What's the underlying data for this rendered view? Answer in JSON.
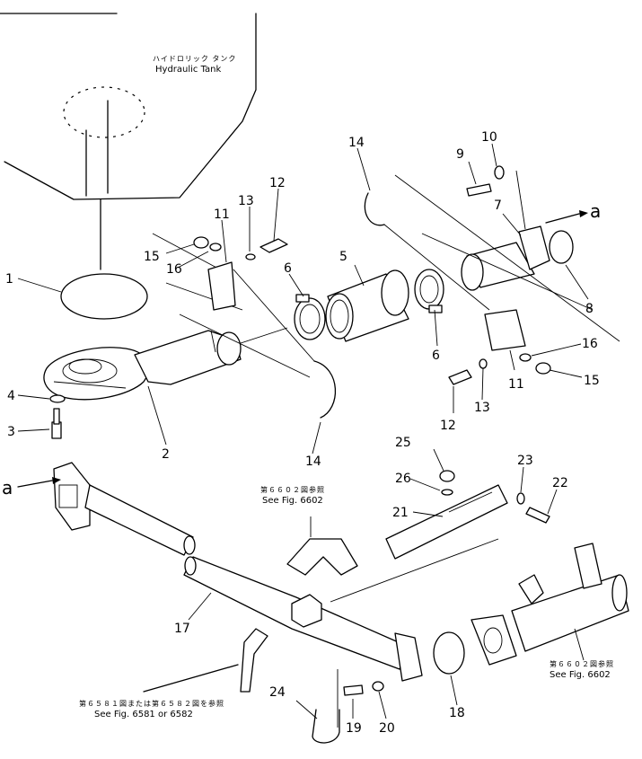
{
  "labels": {
    "tank_jp": "ハイドロリック タンク",
    "tank_en": "Hydraulic Tank",
    "ref1_jp": "第６６０２図参照",
    "ref1_en": "See Fig. 6602",
    "ref2_jp": "第６６０２図参照",
    "ref2_en": "See Fig. 6602",
    "ref3_jp": "第６５８１図または第６５８２図を参照",
    "ref3_en": "See Fig. 6581 or 6582",
    "conn_a_top": "a",
    "conn_a_left": "a"
  },
  "parts": [
    {
      "id": "p1",
      "text": "1"
    },
    {
      "id": "p2",
      "text": "2"
    },
    {
      "id": "p3",
      "text": "3"
    },
    {
      "id": "p4",
      "text": "4"
    },
    {
      "id": "p5",
      "text": "5"
    },
    {
      "id": "p6a",
      "text": "6"
    },
    {
      "id": "p6b",
      "text": "6"
    },
    {
      "id": "p7",
      "text": "7"
    },
    {
      "id": "p8",
      "text": "8"
    },
    {
      "id": "p9",
      "text": "9"
    },
    {
      "id": "p10",
      "text": "10"
    },
    {
      "id": "p11a",
      "text": "11"
    },
    {
      "id": "p11b",
      "text": "11"
    },
    {
      "id": "p12a",
      "text": "12"
    },
    {
      "id": "p12b",
      "text": "12"
    },
    {
      "id": "p13a",
      "text": "13"
    },
    {
      "id": "p13b",
      "text": "13"
    },
    {
      "id": "p14a",
      "text": "14"
    },
    {
      "id": "p14b",
      "text": "14"
    },
    {
      "id": "p15a",
      "text": "15"
    },
    {
      "id": "p15b",
      "text": "15"
    },
    {
      "id": "p16a",
      "text": "16"
    },
    {
      "id": "p16b",
      "text": "16"
    },
    {
      "id": "p17",
      "text": "17"
    },
    {
      "id": "p18",
      "text": "18"
    },
    {
      "id": "p19",
      "text": "19"
    },
    {
      "id": "p20",
      "text": "20"
    },
    {
      "id": "p21",
      "text": "21"
    },
    {
      "id": "p22",
      "text": "22"
    },
    {
      "id": "p23",
      "text": "23"
    },
    {
      "id": "p24",
      "text": "24"
    },
    {
      "id": "p25",
      "text": "25"
    },
    {
      "id": "p26",
      "text": "26"
    }
  ]
}
